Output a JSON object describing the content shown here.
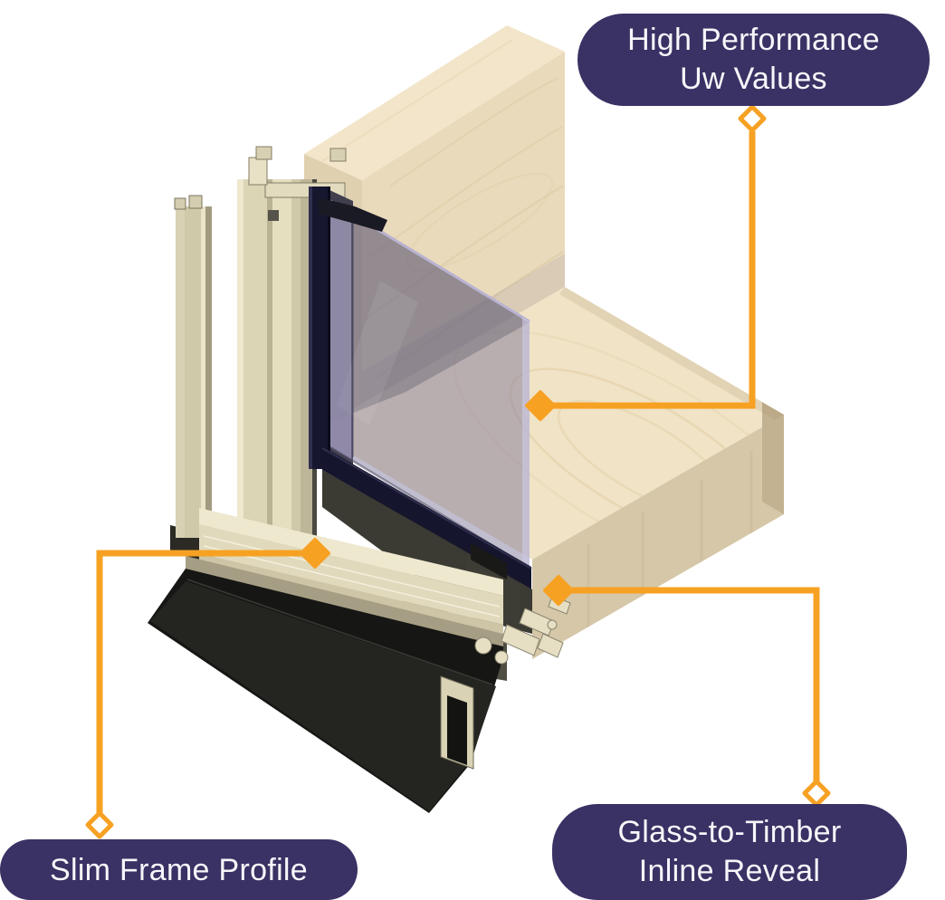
{
  "page": {
    "background": "#ffffff"
  },
  "diagram": {
    "type": "annotated-isometric-cutaway",
    "subject": "Aluminium glazed window frame corner section meeting timber wall and cill",
    "accent_color": "#F7A123",
    "pill_color": "#3A3164",
    "pill_text_color": "#F7F6FA",
    "callouts": [
      {
        "id": "uw",
        "line1": "High Performance",
        "line2": "Uw Values"
      },
      {
        "id": "slim",
        "line1": "Slim Frame Profile",
        "line2": ""
      },
      {
        "id": "reveal",
        "line1": "Glass-to-Timber",
        "line2": "Inline Reveal"
      }
    ],
    "materials": {
      "timber_light": "#F0E3C6",
      "timber_face": "#E9DABB",
      "timber_shade": "#D5C7A7",
      "timber_dark": "#C3B292",
      "aluminium_cream": "#DBD4B5",
      "aluminium_highlight": "#EEE8CE",
      "aluminium_shadow": "#A29B81",
      "glazing_gasket_navy": "#16162E",
      "weather_seal_black": "#161614",
      "glass_tint": "#7C7599"
    }
  }
}
